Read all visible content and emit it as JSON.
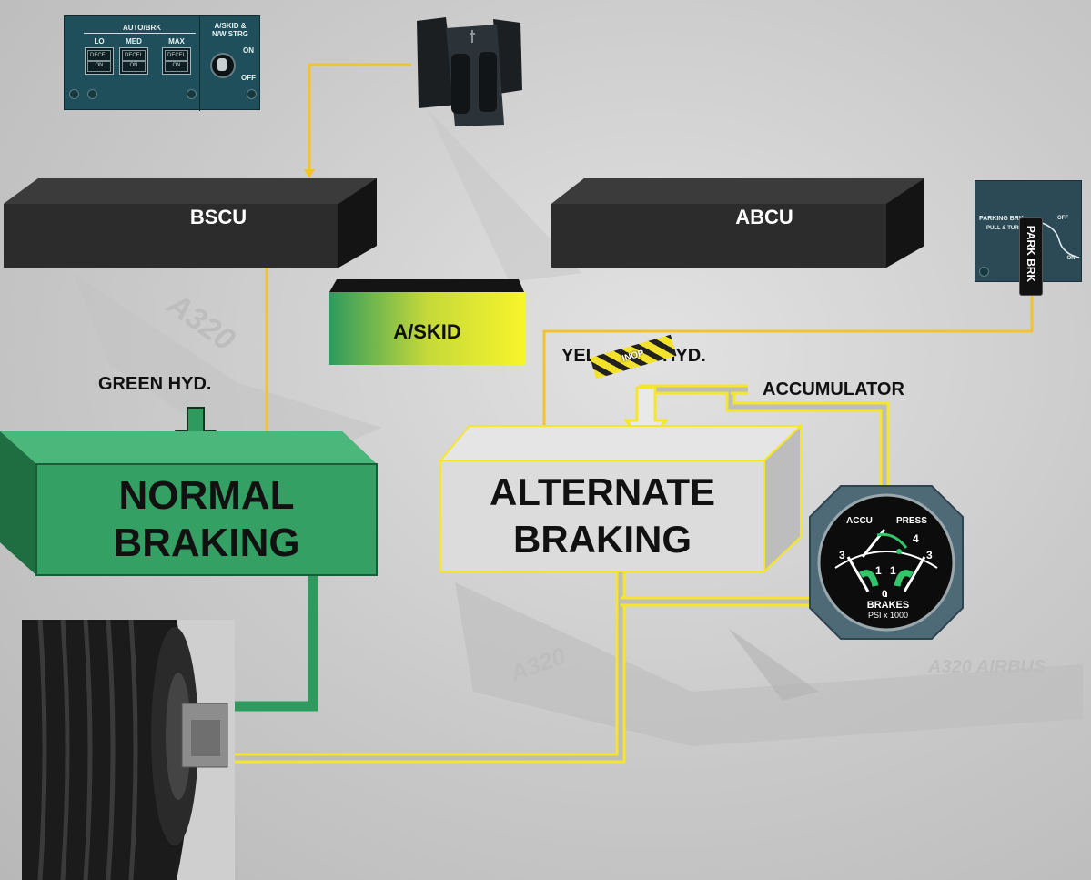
{
  "autobrk_panel": {
    "title": "AUTO/BRK",
    "buttons": [
      {
        "label": "LO",
        "top_legend": "DECEL",
        "bottom_legend": "ON"
      },
      {
        "label": "MED",
        "top_legend": "DECEL",
        "bottom_legend": "ON"
      },
      {
        "label": "MAX",
        "top_legend": "DECEL",
        "bottom_legend": "ON"
      }
    ],
    "switch_title": "A/SKID &\nN/W STRG",
    "switch_on": "ON",
    "switch_off": "OFF"
  },
  "units": {
    "bscu": "BSCU",
    "abcu": "ABCU",
    "askid": "A/SKID"
  },
  "hydraulics": {
    "green": "GREEN HYD.",
    "yellow_prefix": "YEL",
    "yellow_suffix": "HYD.",
    "inop": "INOP",
    "accumulator": "ACCUMULATOR"
  },
  "systems": {
    "normal_line1": "NORMAL",
    "normal_line2": "BRAKING",
    "alternate_line1": "ALTERNATE",
    "alternate_line2": "BRAKING"
  },
  "park_panel": {
    "header": "PARKING BRK",
    "sub": "PULL & TURN",
    "off": "OFF",
    "on": "ON",
    "handle": "PARK BRK"
  },
  "gauge": {
    "accu": "ACCU",
    "press": "PRESS",
    "scale_left": [
      "3",
      "1"
    ],
    "scale_right": [
      "1",
      "3"
    ],
    "scale_four": "4",
    "zero": "0",
    "brakes": "BRAKES",
    "units": "PSI x 1000"
  },
  "background": {
    "model_1": "A320",
    "model_2": "A320",
    "model_3": "A320 AIRBUS"
  },
  "colors": {
    "green_hyd": "#2e9a5e",
    "yellow_hyd": "#f5e62a",
    "signal_line": "#f2c230",
    "unit_dark": "#2b2b2b"
  }
}
